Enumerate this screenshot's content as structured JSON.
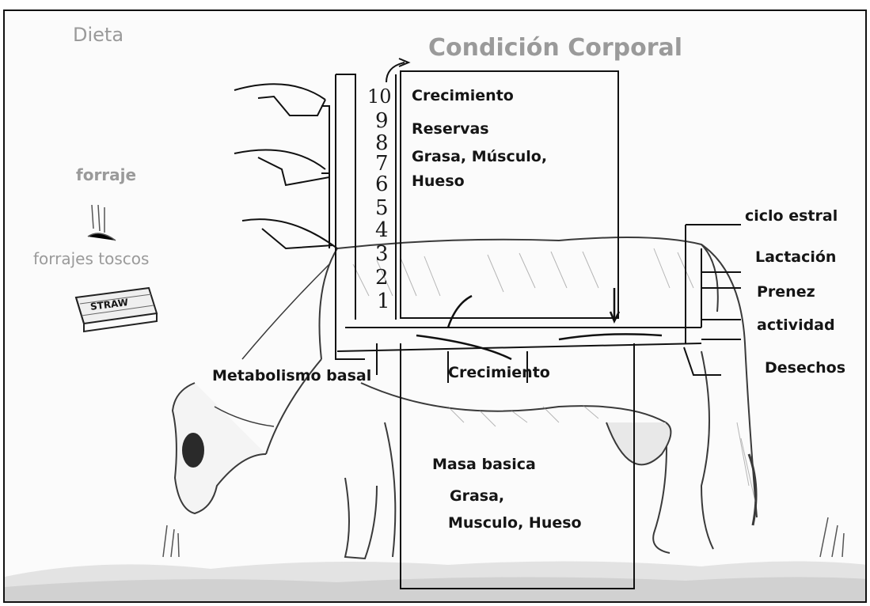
{
  "title": "Condición Corporal",
  "diet": {
    "label": "Dieta",
    "forage": "forraje",
    "coarse_forage": "forrajes toscos",
    "bale_text": "STRAW"
  },
  "scale": [
    "10",
    "9",
    "8",
    "7",
    "6",
    "5",
    "4",
    "3",
    "2",
    "1"
  ],
  "box": {
    "line1": "Crecimiento",
    "line2": "Reservas",
    "line3": "Grasa, Músculo,",
    "line4": "Hueso"
  },
  "outputs": {
    "estrus": "ciclo estral",
    "lactation": "Lactación",
    "pregnancy": "Prenez",
    "activity": "actividad",
    "waste": "Desechos"
  },
  "metabolism": "Metabolismo basal",
  "growth": "Crecimiento",
  "base_mass": {
    "line1": "Masa basica",
    "line2": "Grasa,",
    "line3": "Musculo, Hueso"
  },
  "colors": {
    "ink": "#151515",
    "grey_text": "#9a9a9a",
    "sketch": "#3a3a3a"
  }
}
